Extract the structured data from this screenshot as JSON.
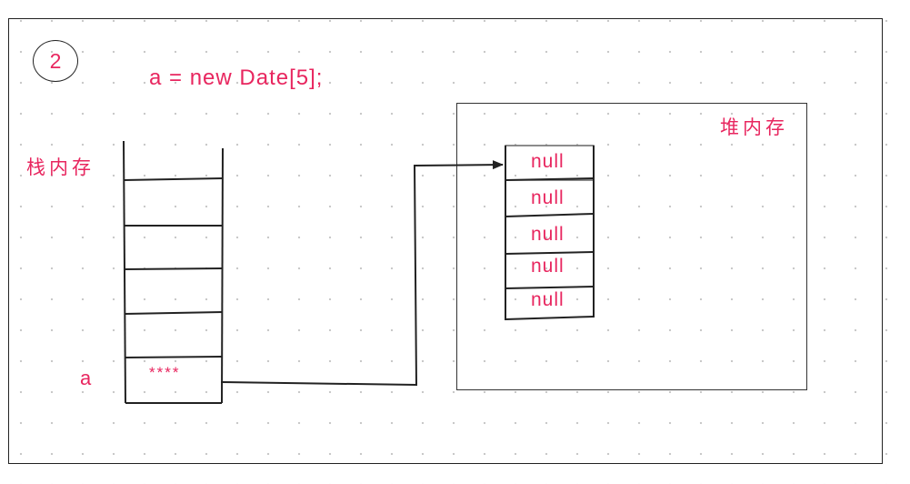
{
  "step_number": "2",
  "code_line": "a = new Date[5];",
  "stack": {
    "label": "栈内存",
    "variable": "a",
    "value": "****"
  },
  "heap": {
    "label": "堆内存",
    "cells": [
      "null",
      "null",
      "null",
      "null",
      "null"
    ]
  },
  "colors": {
    "accent": "#e8265f",
    "line": "#222222"
  }
}
